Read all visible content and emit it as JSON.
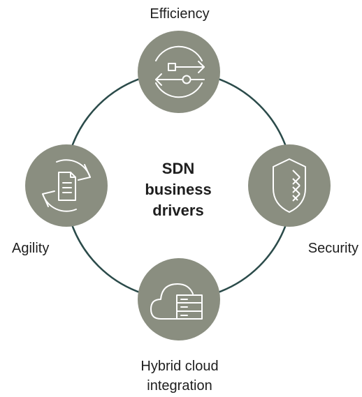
{
  "center": {
    "line1": "SDN",
    "line2": "business",
    "line3": "drivers"
  },
  "nodes": {
    "efficiency": {
      "label": "Efficiency",
      "icon": "transfer-arrows-icon"
    },
    "security": {
      "label": "Security",
      "icon": "shield-icon"
    },
    "hybrid": {
      "line1": "Hybrid cloud",
      "line2": "integration",
      "icon": "cloud-server-icon"
    },
    "agility": {
      "label": "Agility",
      "icon": "document-cycle-icon"
    }
  },
  "colors": {
    "ring": "#2b4b4a",
    "node_fill": "#8a8e80",
    "icon_stroke": "#ffffff",
    "text": "#1e1e1e"
  }
}
